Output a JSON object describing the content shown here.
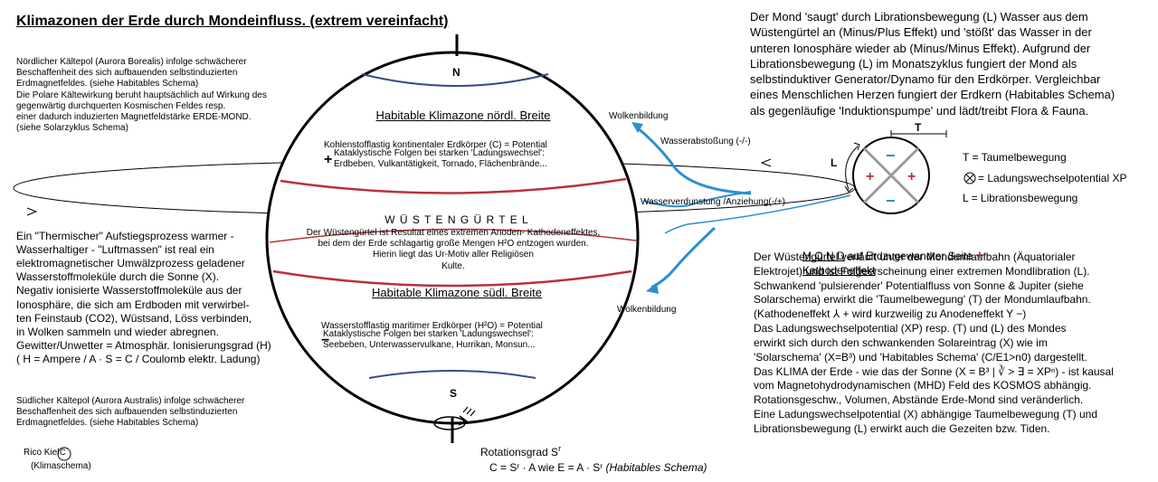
{
  "title": "Klimazonen der Erde durch Mondeinfluss. (extrem vereinfacht)",
  "left": {
    "north_pole": "Nördlicher Kältepol (Aurora Borealis) infolge schwächerer\nBeschaffenheit des sich aufbauenden selbstinduzierten\nErdmagnetfeldes. (siehe Habitables Schema)\nDie Polare Kältewirkung beruht hauptsächlich auf Wirkung des\ngegenwärtig durchquerten Kosmischen Feldes  resp.\neiner dadurch induzierten Magnetfeldstärke ERDE-MOND.\n(siehe Solarzyklus Schema)",
    "thermal": "Ein \"Thermischer\" Aufstiegsprozess warmer -\nWasserhaltiger - \"Luftmassen\" ist real ein\nelektromagnetischer Umwälzprozess geladener\nWasserstoffmoleküle durch die Sonne (X).\nNegativ ionisierte Wasserstoffmoleküle aus der\nIonosphäre, die sich am Erdboden mit verwirbel-\nten Feinstaub (CO2), Wüstsand, Löss verbinden,\nin Wolken sammeln und wieder abregnen.\nGewitter/Unwetter = Atmosphär. Ionisierungsgrad (H)\n ( H = Ampere / A · S = C /   Coulomb elektr. Ladung)",
    "south_pole": "Südlicher Kältepol (Aurora Australis) infolge schwächerer\nBeschaffenheit des sich aufbauenden selbstinduzierten\nErdmagnetfeldes. (siehe Habitables Schema)",
    "author": "Rico Kiel",
    "author_sub": "(Klimaschema)",
    "copyright": "C"
  },
  "globe": {
    "north": "N",
    "south": "S",
    "zone_north_title": "Habitable Klimazone nördl. Breite",
    "zone_north_line1": "Kohlenstofflastig kontinentaler Erdkörper (C) = Potential",
    "zone_north_sign": "+",
    "zone_north_line2": "Kataklystische Folgen bei starken 'Ladungswechsel':\nErdbeben, Vulkantätigkeit, Tornado, Flächenbrände...",
    "desert_title": "W Ü S T E N G Ü R T E L",
    "desert_text": "Der Wüstengürtel ist Resultat eines extremen Anoden- Kathodeneffektes,\nbei dem der Erde schlagartig große Mengen H²O entzogen wurden.\nHierin liegt das Ur-Motiv aller Religiösen\nKulte.",
    "zone_south_title": "Habitable Klimazone südl. Breite",
    "zone_south_line1": "Wasserstofflastig maritimer Erdkörper (H²O) = Potential",
    "zone_south_sign": "−",
    "zone_south_line2": "Kataklystische Folgen bei starken 'Ladungswechsel':\nSeebeben, Unterwasservulkane, Hurrikan, Monsun..."
  },
  "arrows": {
    "cloud_top": "Wolkenbildung",
    "water_repel": "Wasserabstoßung (-/-)",
    "water_evap": "Wasserverdunstung /Anziehung(-/+)",
    "cloud_bottom": "Wolkenbildung"
  },
  "rotation": {
    "label": "Rotationsgrad S",
    "sup": "r",
    "formula": "C = Sʳ · A wie E = A · Sʳ  ",
    "formula_ref": "(Habitables Schema)"
  },
  "right_top": "Der Mond 'saugt' durch Librationsbewegung (L) Wasser aus dem\nWüstengürtel an (Minus/Plus Effekt) und 'stößt' das Wasser in der\nunteren Ionosphäre wieder ab (Minus/Minus Effekt). Aufgrund der\nLibrationsbewegung (L) im Monatszyklus fungiert der Mond als\nselbstinduktiver Generator/Dynamo für den Erdkörper. Vergleichbar\neines Menschlichen Herzen fungiert der Erdkern (Habitables Schema)\nals gegenläufige 'Induktionspumpe' und lädt/treibt Flora & Fauna.",
  "moon": {
    "T": "T",
    "L": "L",
    "plus": "+",
    "minus": "−",
    "legend_T": "T = Taumelbewegung",
    "legend_XP": "= Ladungswechselpotential XP",
    "legend_L": "L = Librationsbewegung"
  },
  "right_bottom": {
    "heading": "M O N D",
    "heading_rest": " auf Erdzugewandter Seite ",
    "heading_plus": "+",
    "heading_effect": "Kathodeneffekt",
    "body": "Der Wüstengürtel verläuft unter der Mondumlaufbahn (Äquatorialer\nElektrojet) und ist Folgeerscheinung einer extremen Mondlibration (L).\nSchwankend 'pulsierender' Potentialfluss von Sonne & Jupiter (siehe\nSolarschema) erwirkt die 'Taumelbewegung' (T) der Mondumlaufbahn.\n(Kathodeneffekt ⅄ + wird kurzweilig zu Anodeneffekt Y −)\nDas Ladungswechselpotential (XP) resp. (T) und (L) des Mondes\nerwirkt sich durch den schwankenden Solareintrag (X) wie im\n'Solarschema' (X=B³) und 'Habitables Schema' (C/E1>n0) dargestellt.\nDas KLIMA der Erde - wie das der Sonne (X = B³ | ∛ > ∃ = XPⁿ) - ist kausal\nvom Magnetohydrodynamischen (MHD) Feld des KOSMOS abhängig.\nRotationsgeschw., Volumen, Abstände Erde-Mond sind veränderlich.\nEine Ladungswechselpotential (X) abhängige Taumelbewegung (T) und\nLibrationsbewegung (L) erwirkt auch die Gezeiten bzw. Tiden."
  },
  "colors": {
    "red": "#b8323a",
    "blue": "#2a8fd0",
    "navy": "#3b4a8c"
  }
}
